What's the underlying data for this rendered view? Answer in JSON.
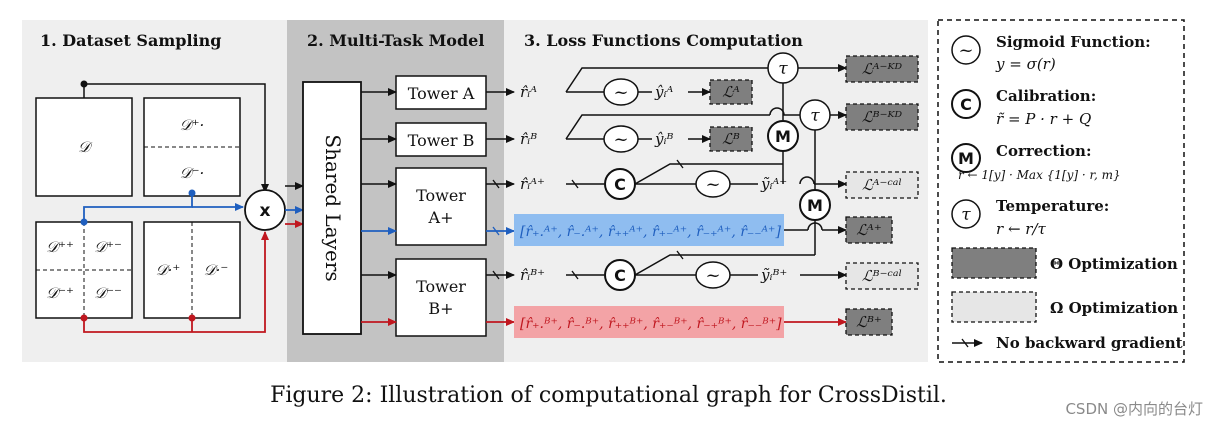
{
  "sections": {
    "s1": "1. Dataset Sampling",
    "s2": "2. Multi-Task Model",
    "s3": "3. Loss Functions Computation"
  },
  "datasets": {
    "D": "𝒟",
    "Dpd": "𝒟⁺·",
    "Dmd": "𝒟⁻·",
    "Dpp": "𝒟⁺⁺",
    "Dpm": "𝒟⁺⁻",
    "Dmp": "𝒟⁻⁺",
    "Dmm": "𝒟⁻⁻",
    "Dp": "𝒟·⁺",
    "Dm": "𝒟·⁻"
  },
  "model": {
    "mux": "x",
    "shared": "Shared Layers",
    "towerA": "Tower A",
    "towerB": "Tower B",
    "towerAp1": "Tower",
    "towerAp2": "A+",
    "towerBp1": "Tower",
    "towerBp2": "B+"
  },
  "outputs": {
    "rA": "r̂ᵢᴬ",
    "rB": "r̂ᵢᴮ",
    "rAp": "r̂ᵢᴬ⁺",
    "rBp": "r̂ᵢᴮ⁺",
    "yA": "ŷᵢᴬ",
    "yB": "ŷᵢᴮ",
    "yAp": "ỹᵢᴬ⁺",
    "yBp": "ỹᵢᴮ⁺",
    "vecA": "[r̂₊.ᴬ⁺, r̂₋.ᴬ⁺, r̂₊₊ᴬ⁺, r̂₊₋ᴬ⁺, r̂₋₊ᴬ⁺, r̂₋₋ᴬ⁺]",
    "vecB": "[r̂₊.ᴮ⁺, r̂₋.ᴮ⁺, r̂₊₊ᴮ⁺, r̂₊₋ᴮ⁺, r̂₋₊ᴮ⁺, r̂₋₋ᴮ⁺]"
  },
  "losses": {
    "LA": "ℒᴬ",
    "LB": "ℒᴮ",
    "LAKD": "ℒᴬ⁻ᴷᴰ",
    "LBKD": "ℒᴮ⁻ᴷᴰ",
    "LACal": "ℒᴬ⁻ᶜᵃˡ",
    "LBCal": "ℒᴮ⁻ᶜᵃˡ",
    "LAp": "ℒᴬ⁺",
    "LBp": "ℒᴮ⁺"
  },
  "ops": {
    "sigmoid": "~",
    "calib": "C",
    "corr": "M",
    "temp": "τ"
  },
  "legend": {
    "sig_title": "Sigmoid Function:",
    "sig_eq": "y = σ(r)",
    "cal_title": "Calibration:",
    "cal_eq": "r̃ = P · r + Q",
    "cor_title": "Correction:",
    "cor_eq": "r ← 1[y] · Max {1[y] · r, m}",
    "tmp_title": "Temperature:",
    "tmp_eq": "r ← r/τ",
    "theta": "Θ Optimization",
    "omega": "Ω Optimization",
    "nograd": "No backward gradient"
  },
  "caption": "Figure 2: Illustration of computational graph for CrossDistil.",
  "watermark": "CSDN @内向的台灯",
  "colors": {
    "blue": "#1f5fbf",
    "red": "#c0171f",
    "blue_fill": "#8fbdf0",
    "red_fill": "#f3a3a6",
    "dark_loss": "#7f7f7f",
    "light_loss": "#e6e6e6"
  }
}
